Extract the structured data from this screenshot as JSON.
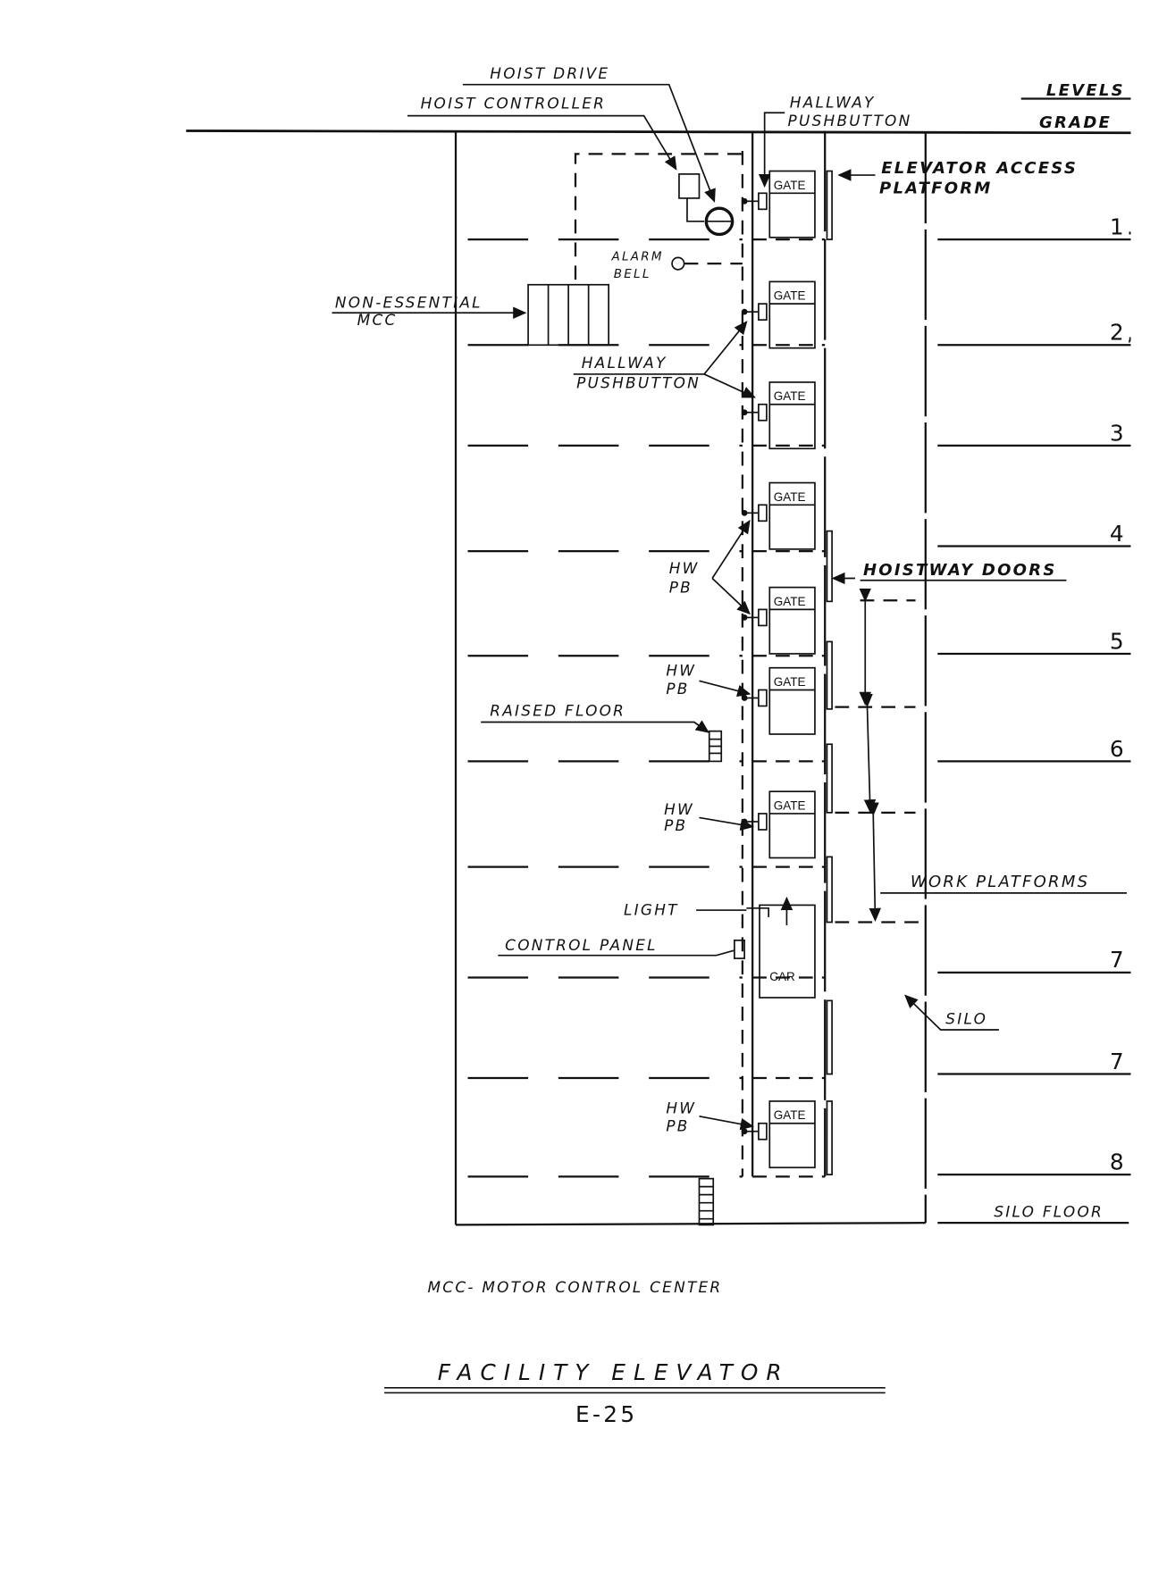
{
  "labels": {
    "hoist_drive": "HOIST DRIVE",
    "hoist_controller": "HOIST CONTROLLER",
    "hallway_pushbutton_top_1": "HALLWAY",
    "hallway_pushbutton_top_2": "PUSHBUTTON",
    "elevator_access_1": "ELEVATOR ACCESS",
    "elevator_access_2": "PLATFORM",
    "alarm_bell_1": "ALARM",
    "alarm_bell_2": "BELL",
    "non_essential_1": "NON-ESSENTIAL",
    "non_essential_2": "MCC",
    "hallway_pushbutton_1": "HALLWAY",
    "hallway_pushbutton_2": "PUSHBUTTON",
    "hw": "HW",
    "pb": "PB",
    "hoistway_doors": "HOISTWAY DOORS",
    "raised_floor": "RAISED FLOOR",
    "work_platforms": "WORK PLATFORMS",
    "light": "LIGHT",
    "control_panel": "CONTROL PANEL",
    "car": "CAR",
    "silo": "SILO",
    "gate": "GATE"
  },
  "levels": {
    "header": "LEVELS",
    "grade": "GRADE",
    "items": [
      "1.",
      "2,",
      "3",
      "4",
      "5",
      "6",
      "7",
      "7",
      "8"
    ],
    "silo_floor": "SILO FLOOR"
  },
  "footer": {
    "legend": "MCC- MOTOR CONTROL CENTER",
    "title": "FACILITY ELEVATOR",
    "number": "E-25"
  }
}
